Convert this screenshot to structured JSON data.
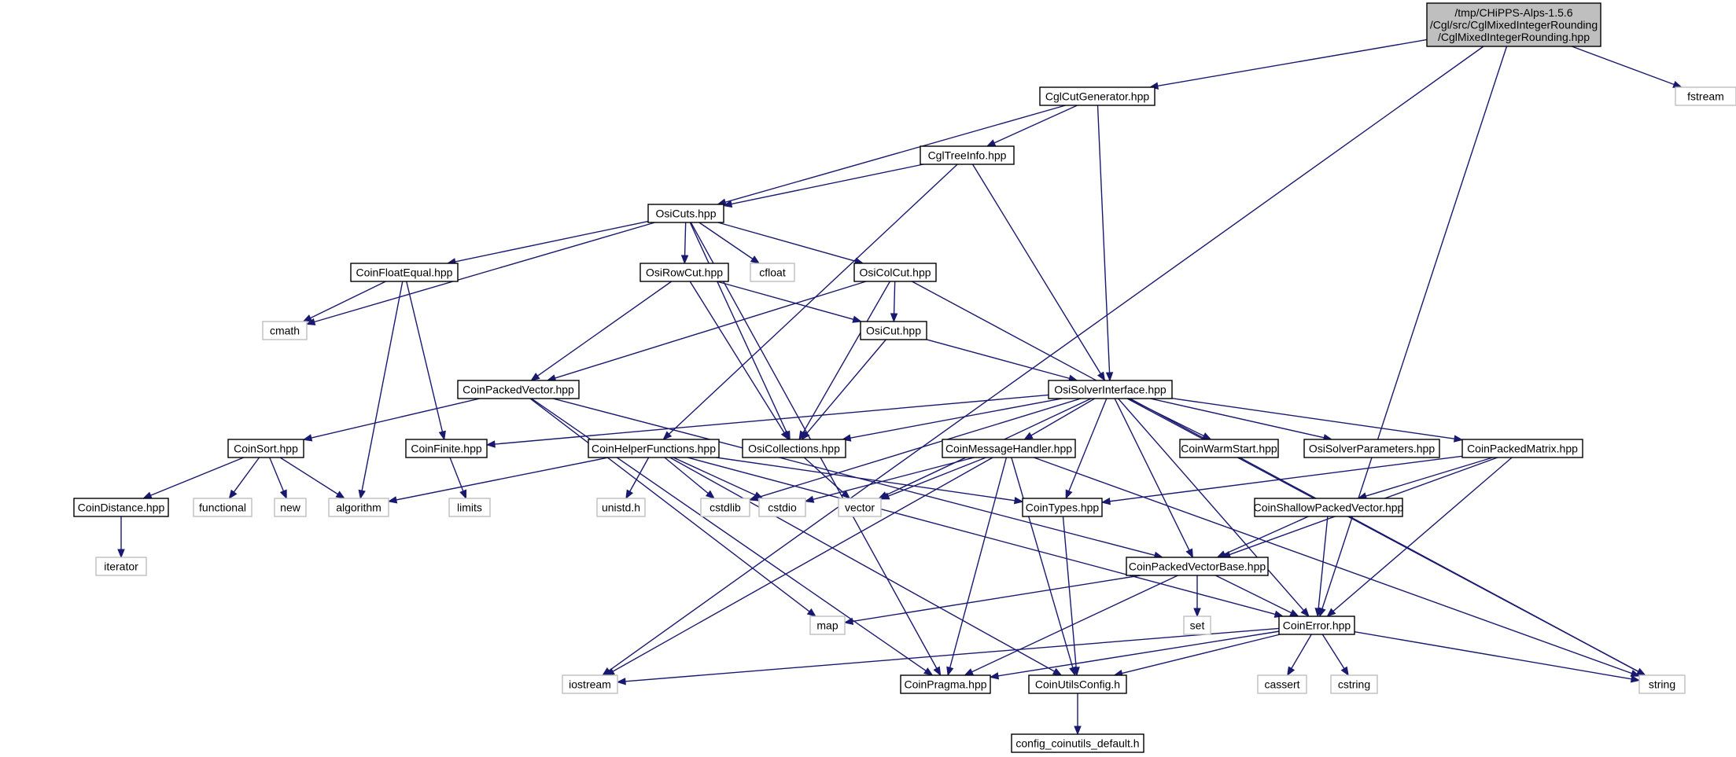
{
  "graph": {
    "root": {
      "lines": [
        "/tmp/CHiPPS-Alps-1.5.6",
        "/Cgl/src/CglMixedIntegerRounding",
        "/CglMixedIntegerRounding.hpp"
      ]
    },
    "nodes": [
      {
        "id": "cglcutgen",
        "label": "CglCutGenerator.hpp",
        "kind": "documented"
      },
      {
        "id": "fstream",
        "label": "fstream",
        "kind": "external"
      },
      {
        "id": "cgltree",
        "label": "CglTreeInfo.hpp",
        "kind": "documented"
      },
      {
        "id": "osicuts",
        "label": "OsiCuts.hpp",
        "kind": "documented"
      },
      {
        "id": "coinfloat",
        "label": "CoinFloatEqual.hpp",
        "kind": "documented"
      },
      {
        "id": "osirowcut",
        "label": "OsiRowCut.hpp",
        "kind": "documented"
      },
      {
        "id": "cfloat",
        "label": "cfloat",
        "kind": "external"
      },
      {
        "id": "osicolcut",
        "label": "OsiColCut.hpp",
        "kind": "documented"
      },
      {
        "id": "cmath",
        "label": "cmath",
        "kind": "external"
      },
      {
        "id": "osicut",
        "label": "OsiCut.hpp",
        "kind": "documented"
      },
      {
        "id": "coinpackedvector",
        "label": "CoinPackedVector.hpp",
        "kind": "documented"
      },
      {
        "id": "osisolver",
        "label": "OsiSolverInterface.hpp",
        "kind": "documented"
      },
      {
        "id": "coinsort",
        "label": "CoinSort.hpp",
        "kind": "documented"
      },
      {
        "id": "coinfinite",
        "label": "CoinFinite.hpp",
        "kind": "documented"
      },
      {
        "id": "coinhelper",
        "label": "CoinHelperFunctions.hpp",
        "kind": "documented"
      },
      {
        "id": "osicollections",
        "label": "OsiCollections.hpp",
        "kind": "documented"
      },
      {
        "id": "coinmsg",
        "label": "CoinMessageHandler.hpp",
        "kind": "documented"
      },
      {
        "id": "coinwarm",
        "label": "CoinWarmStart.hpp",
        "kind": "documented"
      },
      {
        "id": "osisolverparams",
        "label": "OsiSolverParameters.hpp",
        "kind": "documented"
      },
      {
        "id": "coinpackedmatrix",
        "label": "CoinPackedMatrix.hpp",
        "kind": "documented"
      },
      {
        "id": "coindistance",
        "label": "CoinDistance.hpp",
        "kind": "documented"
      },
      {
        "id": "functional",
        "label": "functional",
        "kind": "external"
      },
      {
        "id": "new",
        "label": "new",
        "kind": "external"
      },
      {
        "id": "algorithm",
        "label": "algorithm",
        "kind": "external"
      },
      {
        "id": "limits",
        "label": "limits",
        "kind": "external"
      },
      {
        "id": "unistd",
        "label": "unistd.h",
        "kind": "external"
      },
      {
        "id": "cstdlib",
        "label": "cstdlib",
        "kind": "external"
      },
      {
        "id": "cstdio",
        "label": "cstdio",
        "kind": "external"
      },
      {
        "id": "vector",
        "label": "vector",
        "kind": "external"
      },
      {
        "id": "cointypes",
        "label": "CoinTypes.hpp",
        "kind": "documented"
      },
      {
        "id": "coinshallow",
        "label": "CoinShallowPackedVector.hpp",
        "kind": "documented"
      },
      {
        "id": "iterator",
        "label": "iterator",
        "kind": "external"
      },
      {
        "id": "coinpvbase",
        "label": "CoinPackedVectorBase.hpp",
        "kind": "documented"
      },
      {
        "id": "map",
        "label": "map",
        "kind": "external"
      },
      {
        "id": "set",
        "label": "set",
        "kind": "external"
      },
      {
        "id": "coinerror",
        "label": "CoinError.hpp",
        "kind": "documented"
      },
      {
        "id": "iostream",
        "label": "iostream",
        "kind": "external"
      },
      {
        "id": "coinpragma",
        "label": "CoinPragma.hpp",
        "kind": "documented"
      },
      {
        "id": "coinutilsconfig",
        "label": "CoinUtilsConfig.h",
        "kind": "documented"
      },
      {
        "id": "cassert",
        "label": "cassert",
        "kind": "external"
      },
      {
        "id": "cstring",
        "label": "cstring",
        "kind": "external"
      },
      {
        "id": "string",
        "label": "string",
        "kind": "external"
      },
      {
        "id": "configdefault",
        "label": "config_coinutils_default.h",
        "kind": "documented"
      }
    ],
    "edges": [
      [
        "root",
        "cglcutgen"
      ],
      [
        "root",
        "fstream"
      ],
      [
        "root",
        "iostream"
      ],
      [
        "root",
        "coinerror"
      ],
      [
        "cglcutgen",
        "cgltree"
      ],
      [
        "cglcutgen",
        "osicuts"
      ],
      [
        "cglcutgen",
        "osisolver"
      ],
      [
        "cgltree",
        "osicuts"
      ],
      [
        "cgltree",
        "coinhelper"
      ],
      [
        "cgltree",
        "osisolver"
      ],
      [
        "osicuts",
        "coinfloat"
      ],
      [
        "osicuts",
        "osirowcut"
      ],
      [
        "osicuts",
        "cfloat"
      ],
      [
        "osicuts",
        "osicolcut"
      ],
      [
        "osicuts",
        "cmath"
      ],
      [
        "osicuts",
        "osicollections"
      ],
      [
        "osicuts",
        "coinpragma"
      ],
      [
        "coinfloat",
        "cmath"
      ],
      [
        "coinfloat",
        "coinfinite"
      ],
      [
        "coinfloat",
        "algorithm"
      ],
      [
        "osirowcut",
        "coinpackedvector"
      ],
      [
        "osirowcut",
        "osicut"
      ],
      [
        "osirowcut",
        "osicollections"
      ],
      [
        "osicolcut",
        "coinpackedvector"
      ],
      [
        "osicolcut",
        "osicut"
      ],
      [
        "osicolcut",
        "osicollections"
      ],
      [
        "osicolcut",
        "string"
      ],
      [
        "osicut",
        "osicollections"
      ],
      [
        "osicut",
        "osisolver"
      ],
      [
        "coinpackedvector",
        "coinsort"
      ],
      [
        "coinpackedvector",
        "coinpvbase"
      ],
      [
        "coinpackedvector",
        "map"
      ],
      [
        "coinpackedvector",
        "coinpragma"
      ],
      [
        "osisolver",
        "coinfinite"
      ],
      [
        "osisolver",
        "osicollections"
      ],
      [
        "osisolver",
        "coinmsg"
      ],
      [
        "osisolver",
        "coinwarm"
      ],
      [
        "osisolver",
        "osisolverparams"
      ],
      [
        "osisolver",
        "coinpackedmatrix"
      ],
      [
        "osisolver",
        "cstdlib"
      ],
      [
        "osisolver",
        "vector"
      ],
      [
        "osisolver",
        "cointypes"
      ],
      [
        "osisolver",
        "coinpvbase"
      ],
      [
        "osisolver",
        "coinerror"
      ],
      [
        "osisolver",
        "string"
      ],
      [
        "coinsort",
        "coindistance"
      ],
      [
        "coinsort",
        "functional"
      ],
      [
        "coinsort",
        "new"
      ],
      [
        "coinsort",
        "algorithm"
      ],
      [
        "coinfinite",
        "limits"
      ],
      [
        "coinhelper",
        "algorithm"
      ],
      [
        "coinhelper",
        "unistd"
      ],
      [
        "coinhelper",
        "cstdlib"
      ],
      [
        "coinhelper",
        "cstdio"
      ],
      [
        "coinhelper",
        "cointypes"
      ],
      [
        "coinhelper",
        "coinerror"
      ],
      [
        "coinhelper",
        "coinutilsconfig"
      ],
      [
        "osicollections",
        "vector"
      ],
      [
        "coinmsg",
        "cstdio"
      ],
      [
        "coinmsg",
        "vector"
      ],
      [
        "coinmsg",
        "iostream"
      ],
      [
        "coinmsg",
        "coinpragma"
      ],
      [
        "coinmsg",
        "coinutilsconfig"
      ],
      [
        "coinmsg",
        "string"
      ],
      [
        "coinpackedmatrix",
        "cointypes"
      ],
      [
        "coinpackedmatrix",
        "coinshallow"
      ],
      [
        "coinpackedmatrix",
        "coinpvbase"
      ],
      [
        "coinpackedmatrix",
        "coinerror"
      ],
      [
        "coindistance",
        "iterator"
      ],
      [
        "cointypes",
        "coinutilsconfig"
      ],
      [
        "coinshallow",
        "coinpvbase"
      ],
      [
        "coinshallow",
        "coinerror"
      ],
      [
        "coinpvbase",
        "map"
      ],
      [
        "coinpvbase",
        "set"
      ],
      [
        "coinpvbase",
        "coinerror"
      ],
      [
        "coinpvbase",
        "coinpragma"
      ],
      [
        "coinerror",
        "iostream"
      ],
      [
        "coinerror",
        "coinpragma"
      ],
      [
        "coinerror",
        "coinutilsconfig"
      ],
      [
        "coinerror",
        "cassert"
      ],
      [
        "coinerror",
        "cstring"
      ],
      [
        "coinerror",
        "string"
      ],
      [
        "coinutilsconfig",
        "configdefault"
      ]
    ]
  },
  "colors": {
    "edge": "#191970",
    "root_fill": "#bfbfbf",
    "documented_border": "#000000",
    "external_border": "#bfbfbf",
    "text": "#000000"
  }
}
